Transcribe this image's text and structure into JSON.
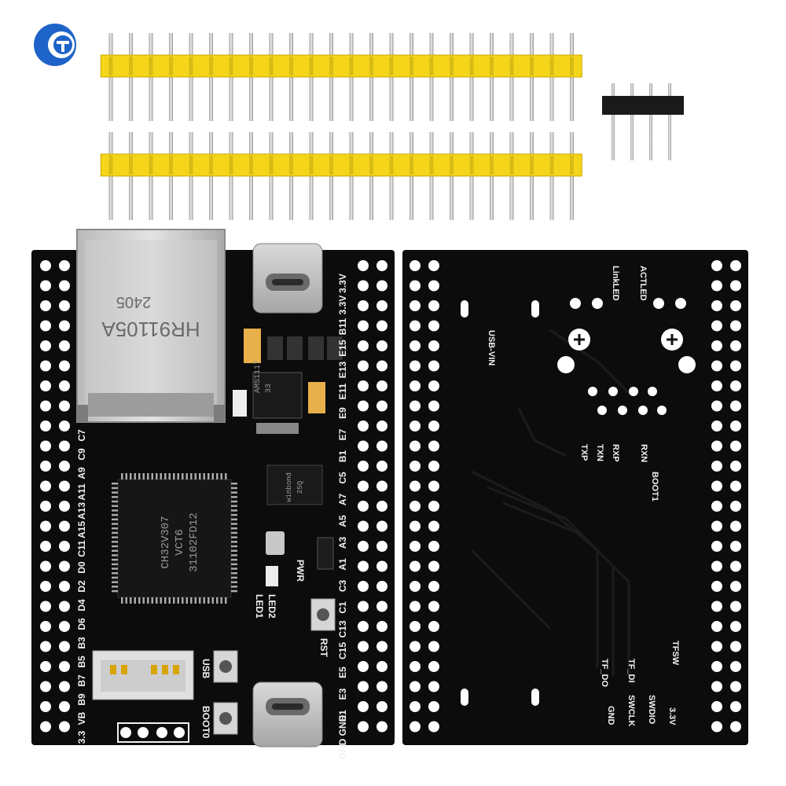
{
  "logo": {
    "icon": "brand-logo-icon",
    "color": "#1e63c8"
  },
  "headers": {
    "long_pin_count": 24,
    "short_pin_count": 4,
    "plastic_color": "#f5d51a"
  },
  "front_board": {
    "ethernet_jack_text": "HR91105A",
    "ethernet_jack_code": "2405",
    "mcu_line1": "CH32V307",
    "mcu_line2": "VCT6",
    "mcu_line3": "31102FD12",
    "regulator_text": "AMS1117",
    "regulator_sub": "33",
    "flash_text": "winbond",
    "flash_sub": "25Q",
    "label_pwr": "PWR",
    "label_led1": "LED1",
    "label_led2": "LED2",
    "label_rst": "RST",
    "label_usb": "USB",
    "label_boot0": "BOOT0",
    "right_labels": [
      "GND GND",
      "E1",
      "E3",
      "E5",
      "C15",
      "C13",
      "C1",
      "C3",
      "A1",
      "A3",
      "A5",
      "A7",
      "C5",
      "B1",
      "E7",
      "E9",
      "E11",
      "E13",
      "E15",
      "B11",
      "3.3V",
      "3.3V"
    ],
    "left_labels": [
      "3.3",
      "VB",
      "B9",
      "B7",
      "B5",
      "B3",
      "D6",
      "D4",
      "D2",
      "D0",
      "C11",
      "A15",
      "A13",
      "A11",
      "A9",
      "C9",
      "C7"
    ]
  },
  "back_board": {
    "label_linkled": "LinkLED",
    "label_actled": "ACTLED",
    "label_usbvin": "USB-VIN",
    "label_txp": "TXP",
    "label_txn": "TXN",
    "label_rxp": "RXP",
    "label_rxn": "RXN",
    "label_boot1": "BOOT1",
    "label_tfsw": "TFSW",
    "label_tfdi": "TF_DI",
    "label_tfdo": "TF_DO",
    "label_gnd": "GND",
    "label_swclk": "SWCLK",
    "label_swdio": "SWDIO",
    "label_33v": "3.3V"
  }
}
